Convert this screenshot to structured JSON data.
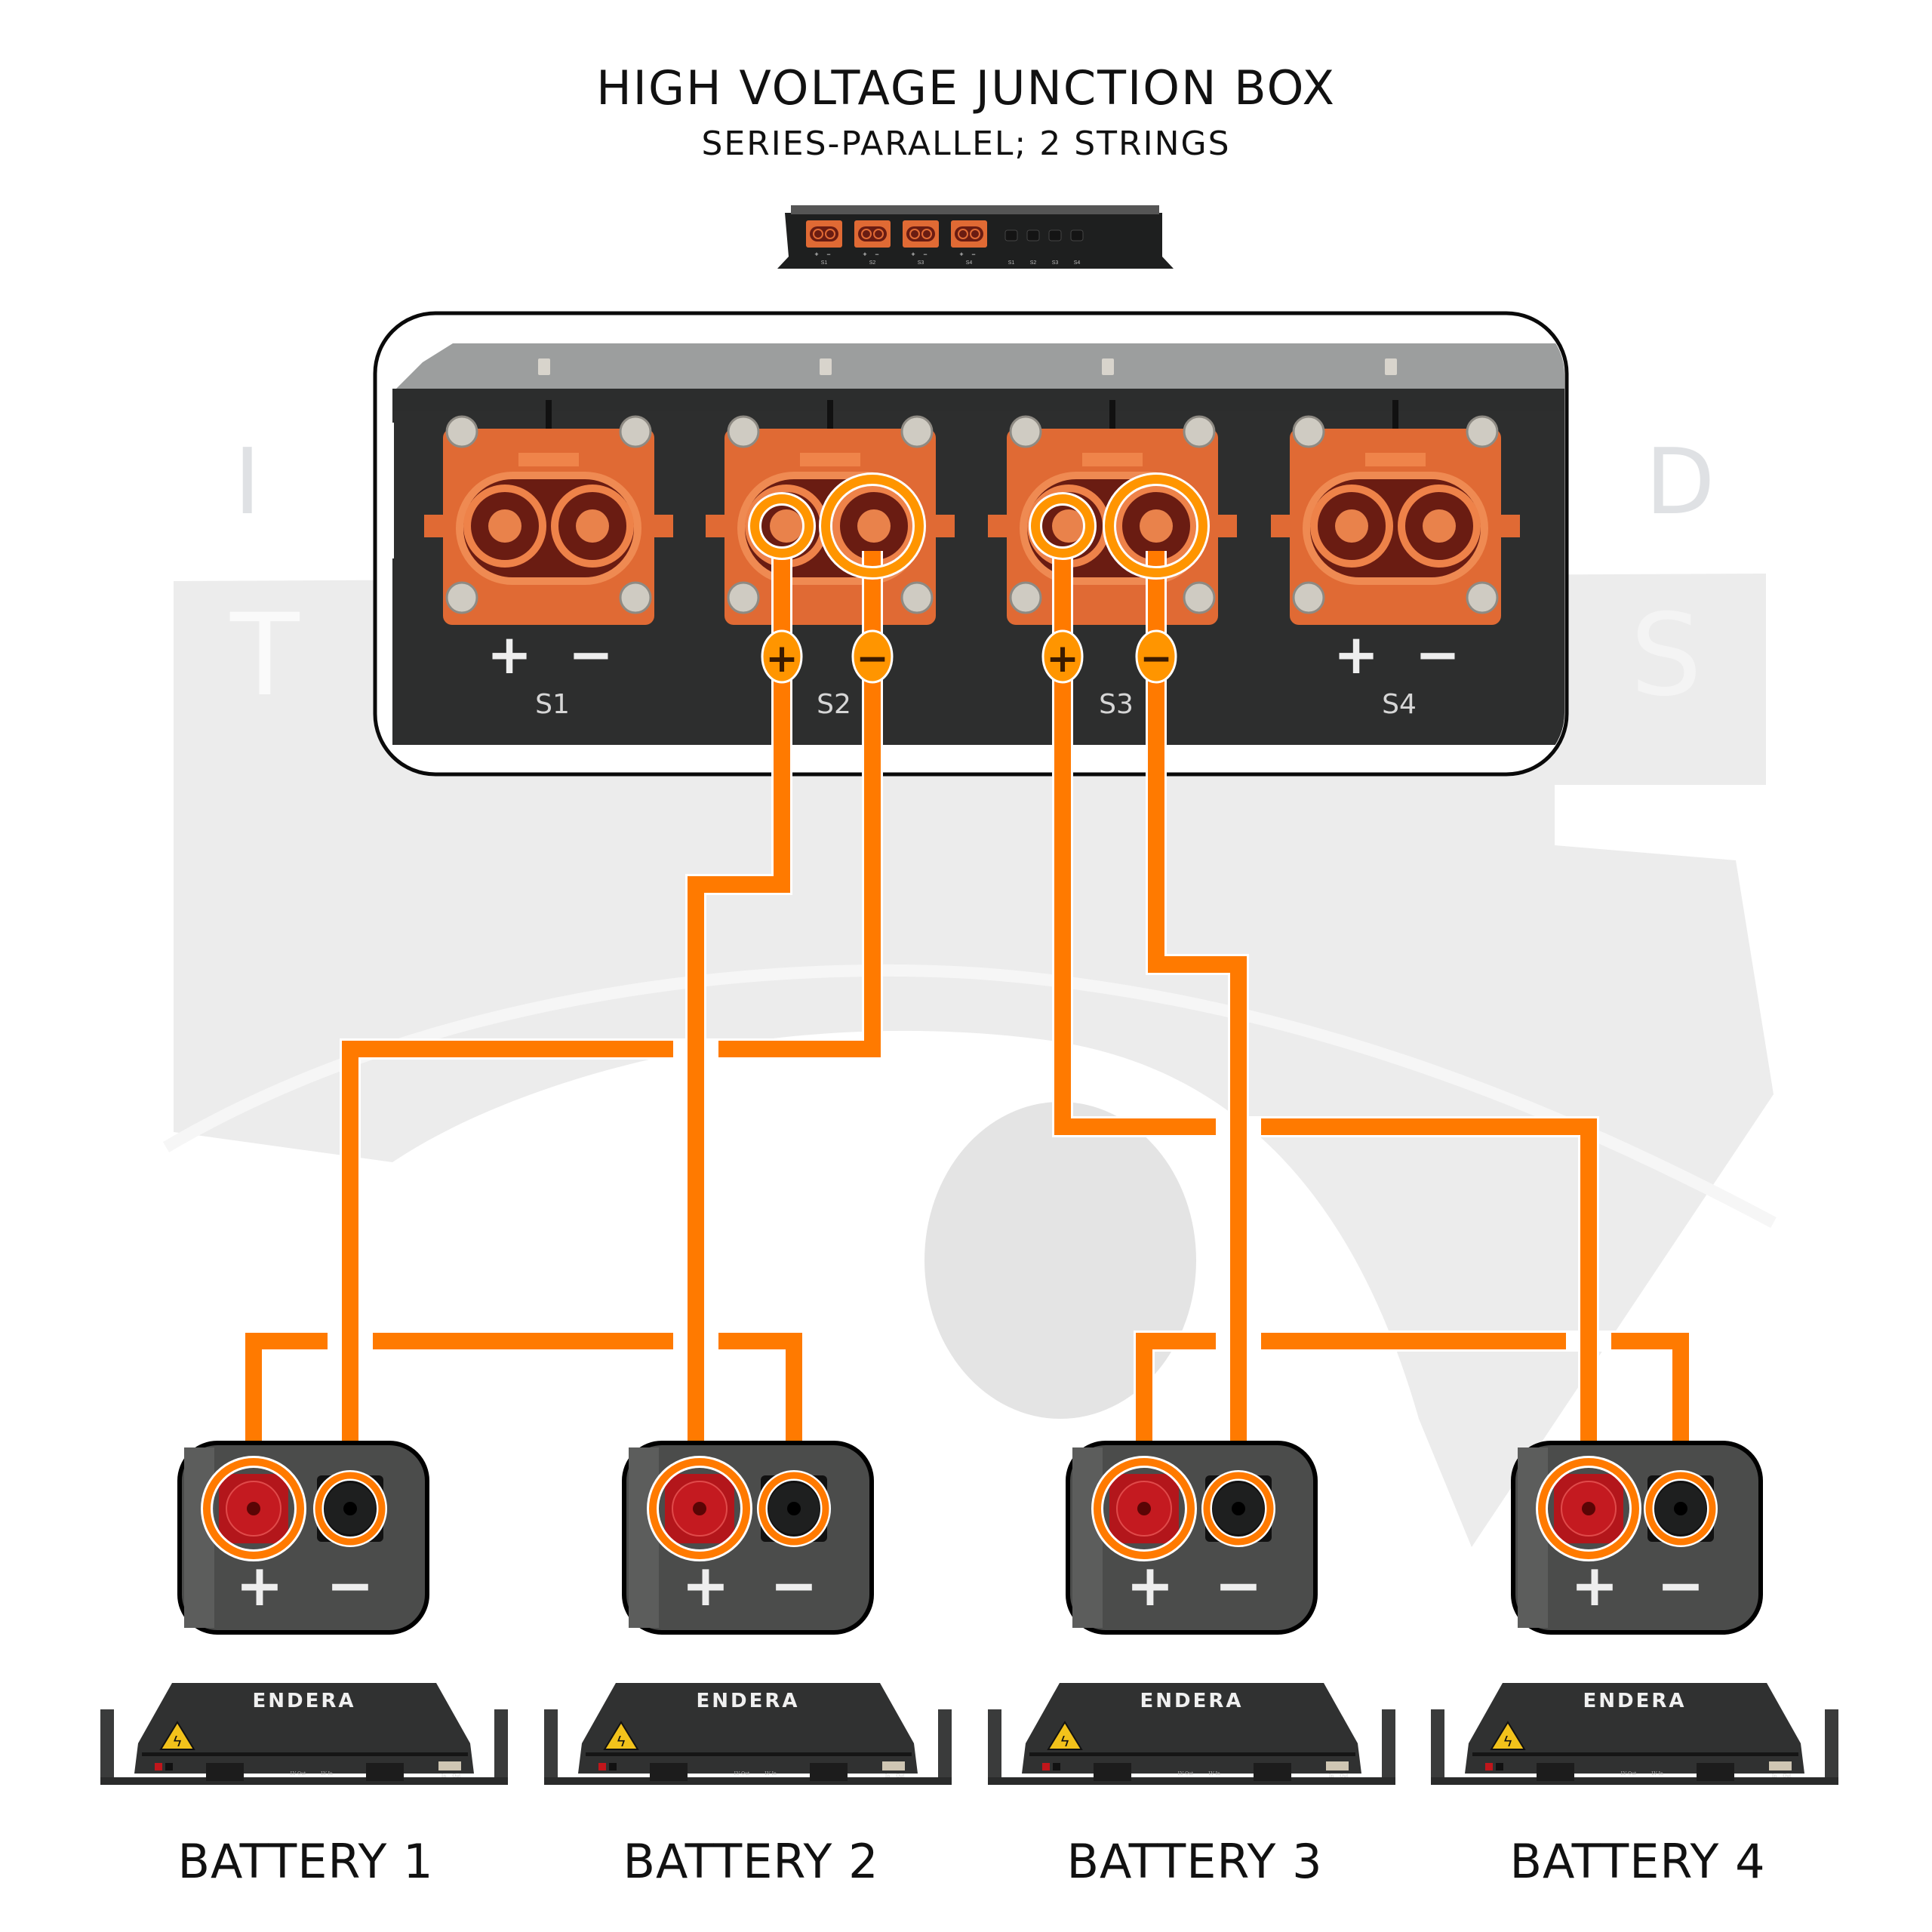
{
  "title": "HIGH VOLTAGE JUNCTION BOX",
  "subtitle": "SERIES-PARALLEL; 2 STRINGS",
  "colors": {
    "wire": "#ff7a00",
    "wire_top": "#ff9500",
    "connector": "#e06a34",
    "connector_dark": "#6a1c12",
    "panel": "#2b2c2c",
    "terminal_pos": "#b3161b",
    "terminal_neg": "#1e1f1f"
  },
  "watermark": {
    "left_letters": [
      "I",
      "T"
    ],
    "right_letters": [
      "D",
      "S"
    ]
  },
  "thumbnail": {
    "hv_ports": [
      {
        "label": "S1",
        "pos": "+",
        "neg": "−"
      },
      {
        "label": "S2",
        "pos": "+",
        "neg": "−"
      },
      {
        "label": "S3",
        "pos": "+",
        "neg": "−"
      },
      {
        "label": "S4",
        "pos": "+",
        "neg": "−"
      }
    ],
    "comm_ports": [
      "S1",
      "S2",
      "S3",
      "S4"
    ]
  },
  "junction_box": {
    "ports": [
      {
        "id": "S1",
        "label": "S1",
        "pos_sign": "+",
        "neg_sign": "−",
        "connected": false
      },
      {
        "id": "S2",
        "label": "S2",
        "pos_sign": "+",
        "neg_sign": "−",
        "connected": true
      },
      {
        "id": "S3",
        "label": "S3",
        "pos_sign": "+",
        "neg_sign": "−",
        "connected": true
      },
      {
        "id": "S4",
        "label": "S4",
        "pos_sign": "+",
        "neg_sign": "−",
        "connected": false
      }
    ]
  },
  "wiring": [
    {
      "from": "S2 +",
      "to": "Battery 2 +"
    },
    {
      "from": "S2 −",
      "to": "Battery 1 −"
    },
    {
      "from": "Battery 1 +",
      "to": "Battery 2 −"
    },
    {
      "from": "S3 +",
      "to": "Battery 4 +"
    },
    {
      "from": "S3 −",
      "to": "Battery 3 −"
    },
    {
      "from": "Battery 3 +",
      "to": "Battery 4 −"
    }
  ],
  "batteries": [
    {
      "label": "BATTERY 1",
      "brand": "ENDERA",
      "pos": "+",
      "neg": "−",
      "ports": [
        "LV Out",
        "LV In",
        "In",
        "Out"
      ]
    },
    {
      "label": "BATTERY 2",
      "brand": "ENDERA",
      "pos": "+",
      "neg": "−",
      "ports": [
        "LV Out",
        "LV In",
        "In",
        "Out"
      ]
    },
    {
      "label": "BATTERY 3",
      "brand": "ENDERA",
      "pos": "+",
      "neg": "−",
      "ports": [
        "LV Out",
        "LV In",
        "In",
        "Out"
      ]
    },
    {
      "label": "BATTERY 4",
      "brand": "ENDERA",
      "pos": "+",
      "neg": "−",
      "ports": [
        "LV Out",
        "LV In",
        "In",
        "Out"
      ]
    }
  ]
}
